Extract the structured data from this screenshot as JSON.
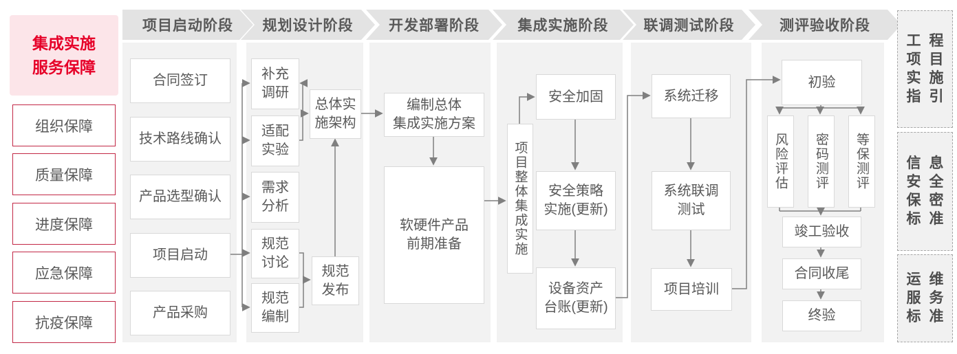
{
  "title": "集成实施\n服务保障",
  "sidebar_items": [
    "组织保障",
    "质量保障",
    "进度保障",
    "应急保障",
    "抗疫保障"
  ],
  "phases": [
    "项目启动阶段",
    "规划设计阶段",
    "开发部署阶段",
    "集成实施阶段",
    "联调测试阶段",
    "测评验收阶段"
  ],
  "boxes": {
    "contract_sign": "合同签订",
    "tech_route": "技术路线确认",
    "product_select": "产品选型确认",
    "project_kickoff": "项目启动",
    "procurement": "产品采购",
    "supplement_research": "补充\n调研",
    "adaptation_test": "适配\n实验",
    "requirement_analysis": "需求\n分析",
    "spec_discussion": "规范\n讨论",
    "spec_compilation": "规范\n编制",
    "overall_architecture": "总体实\n施架构",
    "spec_release": "规范\n发布",
    "plan_compilation": "编制总体\n集成实施方案",
    "product_preparation": "软硬件产品\n前期准备",
    "overall_integration": "项目整体集成实施",
    "security_hardening": "安全加固",
    "security_policy": "安全策略\n实施(更新)",
    "asset_ledger": "设备资产\n台账(更新)",
    "system_migration": "系统迁移",
    "joint_debugging": "系统联调\n测试",
    "project_training": "项目培训",
    "initial_acceptance": "初验",
    "risk_assessment": "风险评估",
    "crypto_evaluation": "密码测评",
    "classified_protection": "等保测评",
    "completion_acceptance": "竣工验收",
    "contract_closure": "合同收尾",
    "final_acceptance": "终验"
  },
  "right_cards": [
    {
      "rows": [
        "工程",
        "项目",
        "实施",
        "指引"
      ]
    },
    {
      "rows": [
        "信息",
        "安全",
        "保密",
        "标准"
      ]
    },
    {
      "rows": [
        "运维",
        "服务",
        "标准"
      ]
    }
  ],
  "colors": {
    "accent_red": "#e60028",
    "pink_bg": "#fce5e9",
    "border_red": "#c22745",
    "panel_gray": "#f2f2f2",
    "chevron_gray": "#e3e3e3",
    "text_gray": "#595959",
    "line_gray": "#7f7f7f",
    "box_border": "#d9d9d9"
  }
}
